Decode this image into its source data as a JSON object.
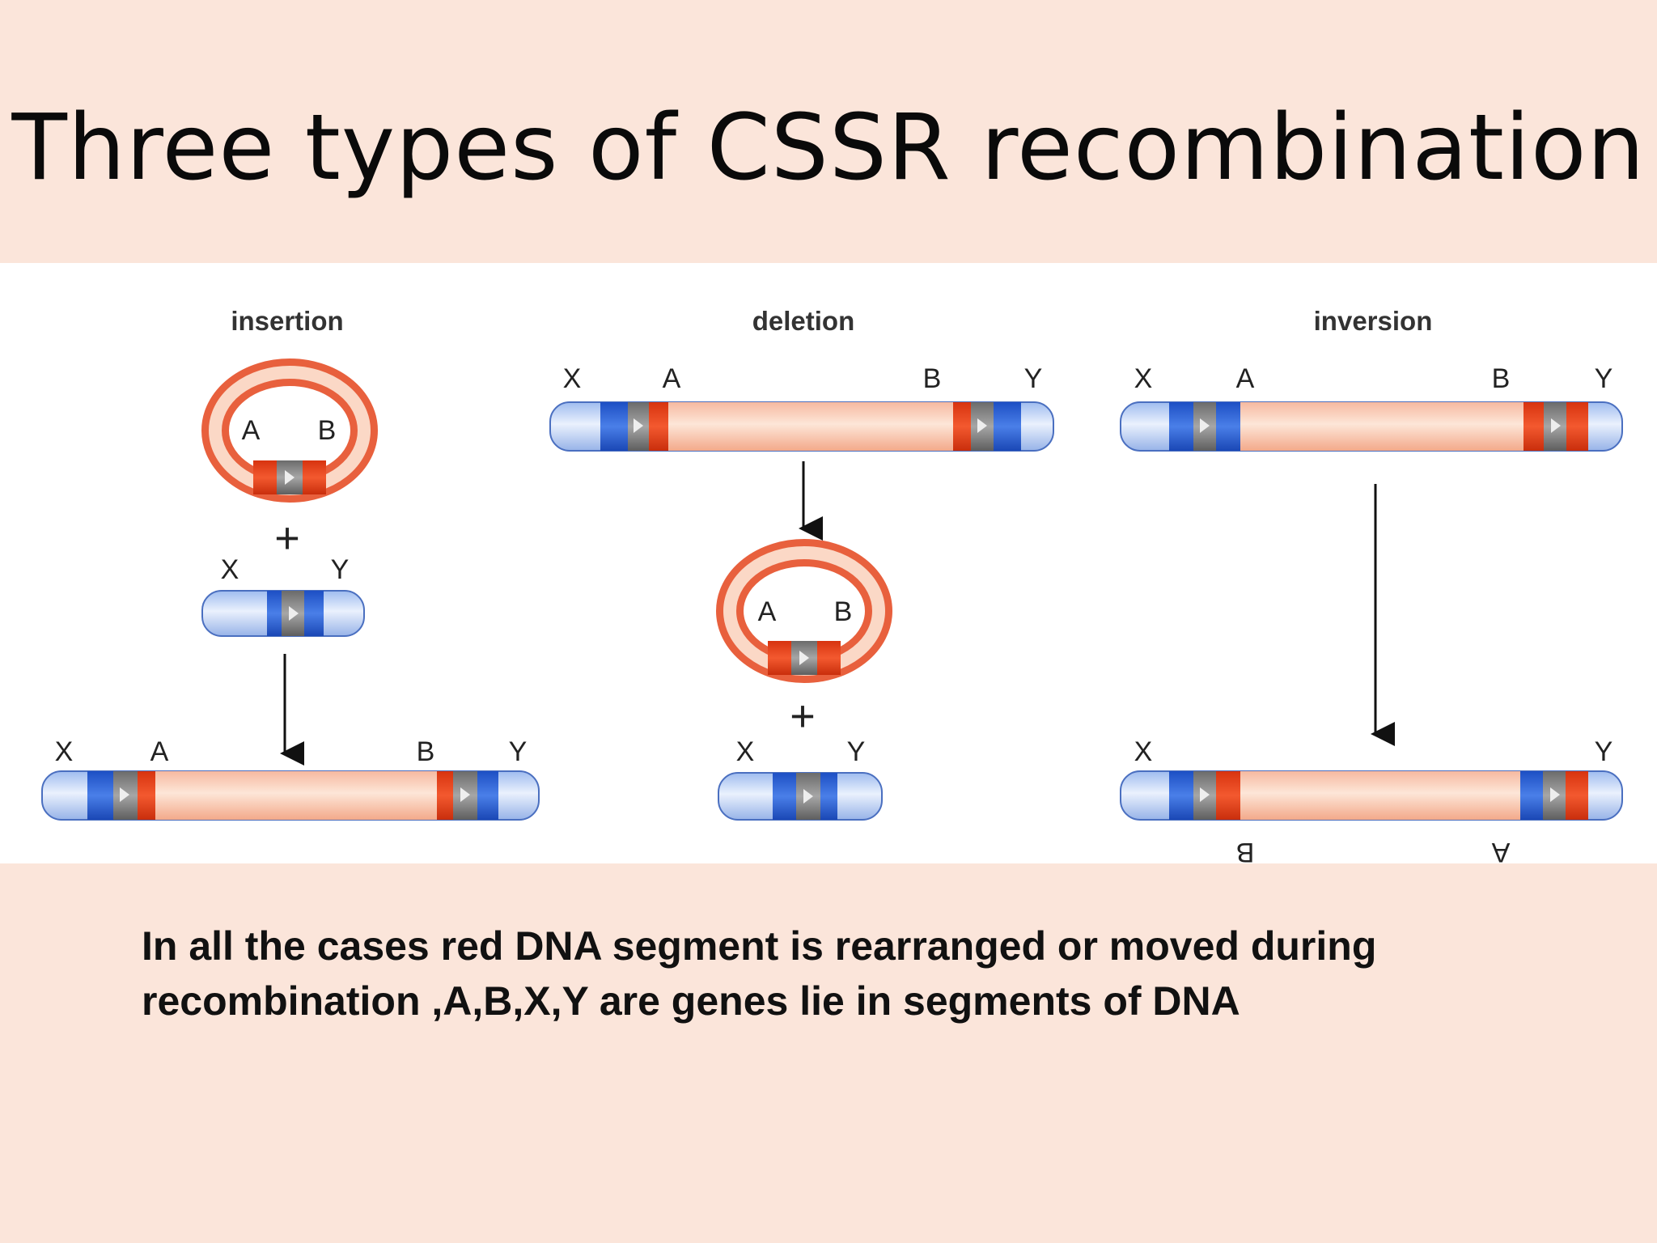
{
  "title": "Three types of CSSR recombination",
  "diagram": {
    "panels": [
      {
        "heading": "insertion"
      },
      {
        "heading": "deletion"
      },
      {
        "heading": "inversion"
      }
    ],
    "labels": {
      "x": "X",
      "y": "Y",
      "a": "A",
      "b": "B",
      "plus": "+"
    },
    "colors": {
      "dna_blue": "#2e63d8",
      "dna_blue_light": "#c7d8f5",
      "dna_red": "#e8421e",
      "dna_peach": "#f8d3bd",
      "site_gray": "#8a8a8a"
    }
  },
  "caption": {
    "line1": "In all the cases red DNA segment is rearranged or moved  during",
    "line2": "recombination ,A,B,X,Y are genes lie in segments of DNA"
  }
}
